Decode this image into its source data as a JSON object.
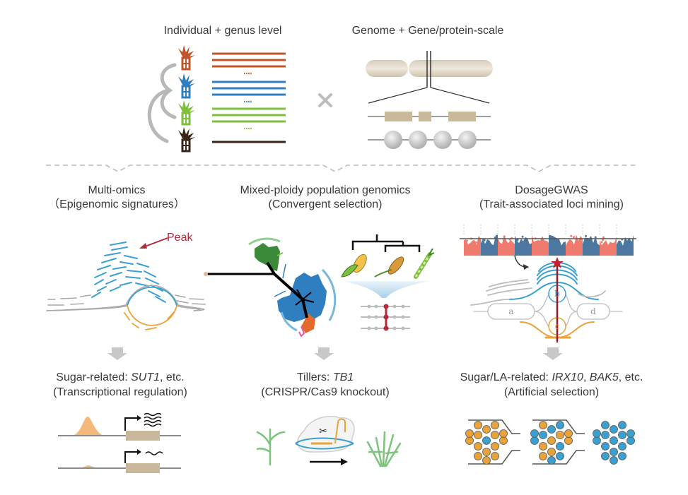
{
  "top": {
    "left_title": "Individual + genus level",
    "right_title": "Genome + Gene/protein-scale",
    "combine_symbol": "×",
    "taxa_colors": [
      "#c0552a",
      "#2f7fc0",
      "#7cbf3c",
      "#3a2418"
    ],
    "taxa_line_counts": [
      3,
      3,
      3,
      1
    ]
  },
  "columns": [
    {
      "title": "Multi-omics",
      "subtitle": "（Epigenomic signatures）",
      "annotation": "Peak",
      "result_prefix": "Sugar-related: ",
      "result_genes": [
        "SUT1"
      ],
      "result_suffix": ", etc.",
      "result_sub": "(Transcriptional regulation)"
    },
    {
      "title": "Mixed-ploidy population genomics",
      "subtitle": "(Convergent selection)",
      "result_prefix": "Tillers: ",
      "result_genes": [
        "TB1"
      ],
      "result_suffix": "",
      "result_sub": "(CRISPR/Cas9 knockout)"
    },
    {
      "title": "DosageGWAS",
      "subtitle": "(Trait-associated loci mining)",
      "gene_labels": [
        "a",
        "b",
        "c",
        "d"
      ],
      "manhattan_blocks": 10,
      "result_prefix": "Sugar/LA-related: ",
      "result_genes": [
        "IRX10",
        "BAK5"
      ],
      "result_suffix": ", etc.",
      "result_sub": "(Artificial selection)"
    }
  ],
  "colors": {
    "text": "#3a3a3a",
    "gray": "#b8b8b8",
    "blue": "#3aa0d0",
    "orange": "#e8a33a",
    "red": "#b22a3a",
    "tan": "#c9b99a",
    "manhattan_red": "#ef7a6e",
    "manhattan_blue": "#4b77a0"
  }
}
